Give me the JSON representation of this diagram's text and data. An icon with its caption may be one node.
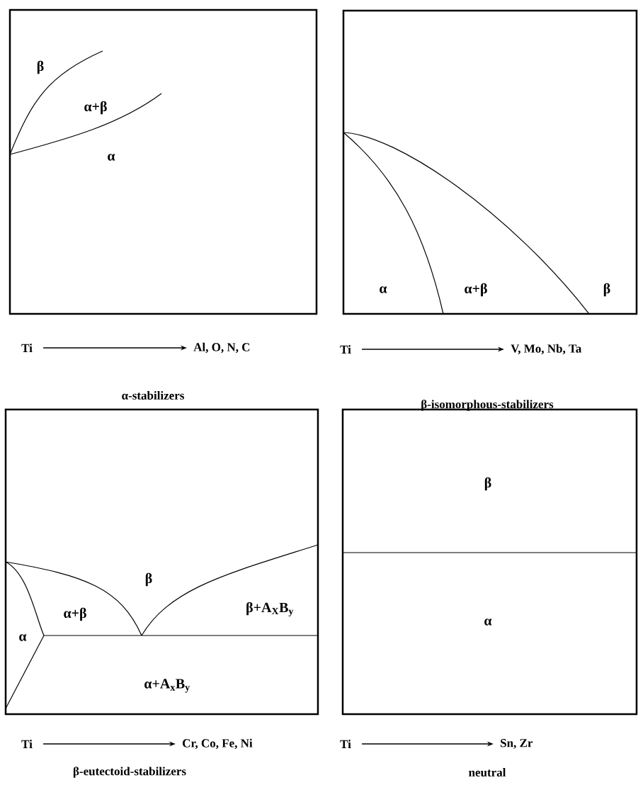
{
  "diagram": {
    "nodes": [
      {
        "text": [
          "β",
          "α+β",
          "α"
        ]
      },
      {
        "text": [
          "α",
          "α+β",
          "β"
        ]
      },
      {
        "text": [
          "Ti"
        ]
      },
      {
        "text": [
          "Al, O, N, C"
        ]
      },
      {
        "text": [
          "Ti"
        ]
      },
      {
        "text": [
          "V, Mo, Nb, Ta"
        ]
      },
      {
        "text": [
          "β",
          "α+β",
          "β+A$_{X}$B$_{y}$",
          "α",
          "α+A$_{x}$B$_{y}$"
        ]
      },
      {
        "text": [
          "β",
          "α"
        ]
      },
      {
        "text": [
          "Ti"
        ]
      },
      {
        "text": [
          "Cr, Co, Fe, Ni"
        ]
      },
      {
        "text": [
          "Ti"
        ]
      },
      {
        "text": [
          "Sn, Zr"
        ]
      }
    ],
    "edges": [
      {
        "from": 2,
        "to": 3,
        "arrow": "to"
      },
      {
        "from": 4,
        "to": 5,
        "arrow": "to"
      },
      {
        "from": 8,
        "to": 9,
        "arrow": "to"
      },
      {
        "from": 10,
        "to": 11,
        "arrow": "to"
      }
    ],
    "labels": [
      "α-stabilizers",
      "β-isomorphous-stabilizers",
      "β-eutectoid-stabilizers",
      "neutral"
    ]
  }
}
